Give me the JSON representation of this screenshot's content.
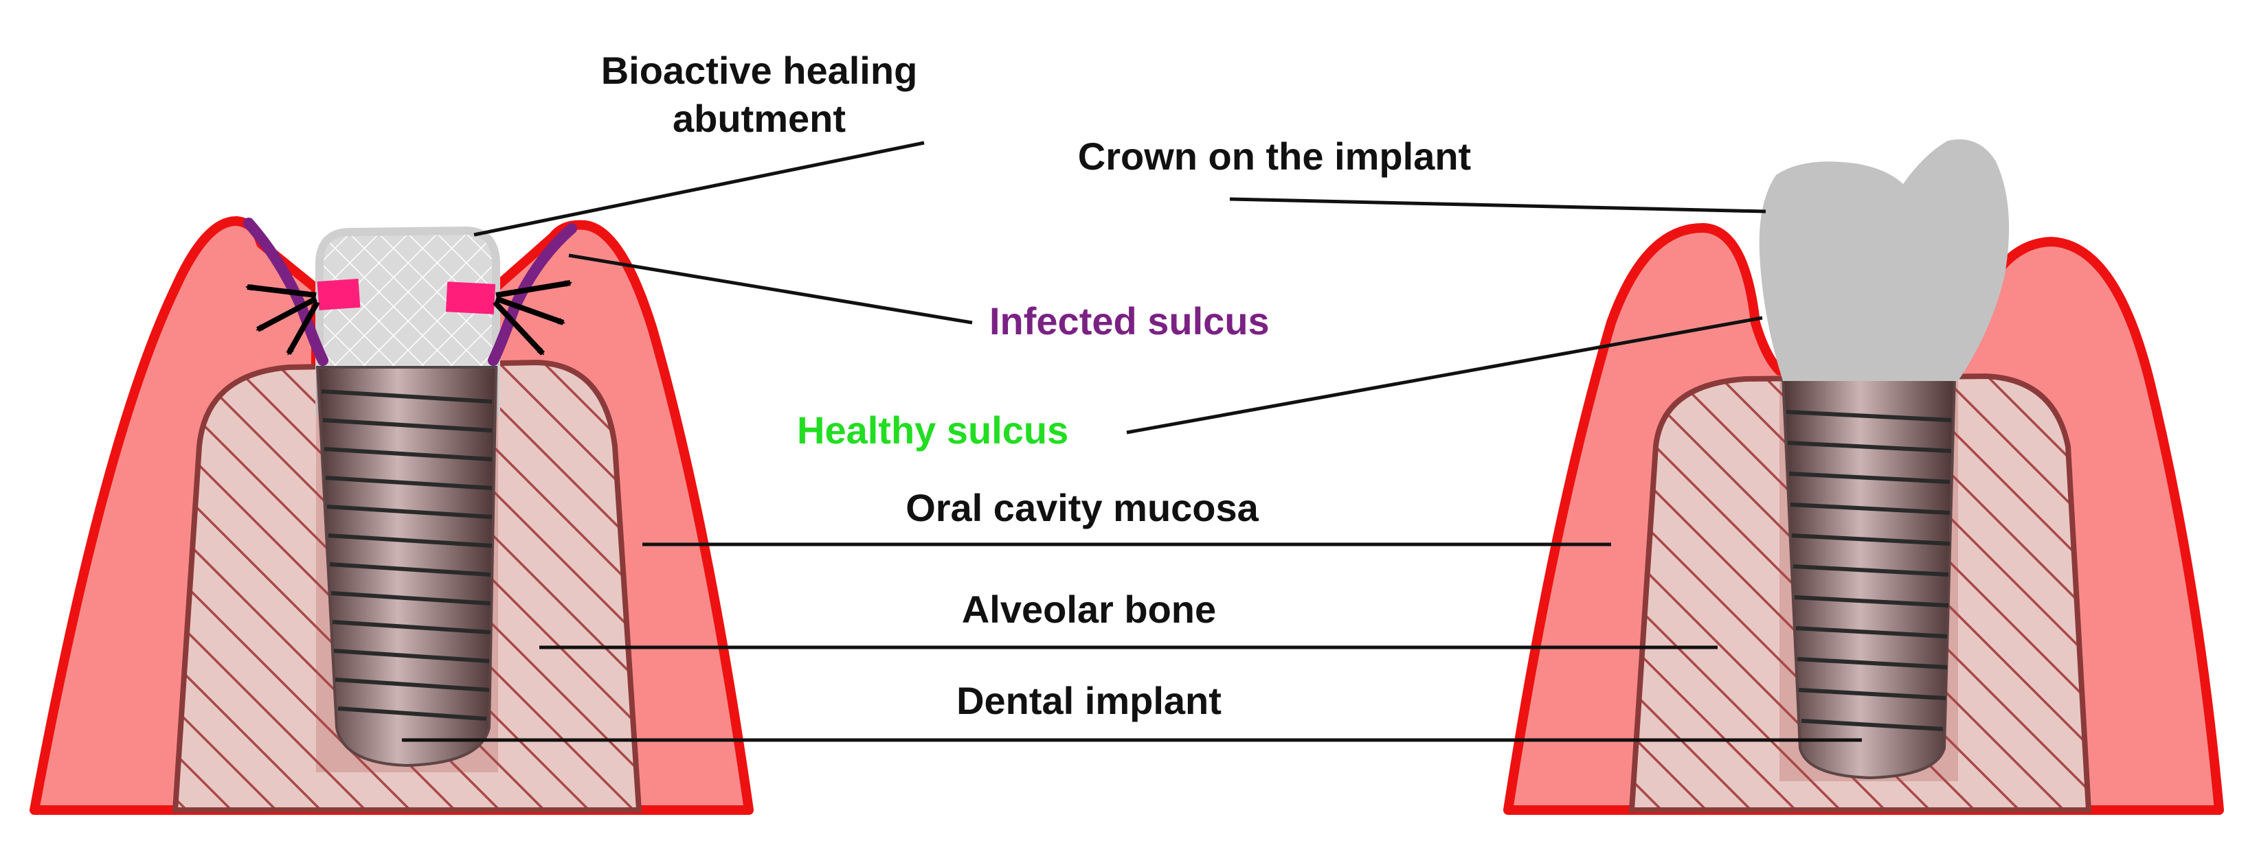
{
  "labels": {
    "abutment_line1": "Bioactive healing",
    "abutment_line2": "abutment",
    "crown": "Crown on the implant",
    "infected_sulcus": "Infected sulcus",
    "healthy_sulcus": "Healthy sulcus",
    "mucosa": "Oral cavity mucosa",
    "bone": "Alveolar bone",
    "implant": "Dental implant"
  },
  "colors": {
    "mucosa_fill": "#fa8a8a",
    "mucosa_outline": "#ee1111",
    "bone_fill": "#e8c8c4",
    "bone_outline": "#8b3a3a",
    "bone_hatch": "#a84848",
    "infected": "#7a2283",
    "healthy": "#22dd22",
    "pink_marker": "#ff1f7a",
    "crown_fill": "#c2c2c2",
    "abutment_fill": "#d4d4d4",
    "implant_dark": "#3c3c3c",
    "implant_light": "#cfcfcf",
    "text": "#111111"
  }
}
